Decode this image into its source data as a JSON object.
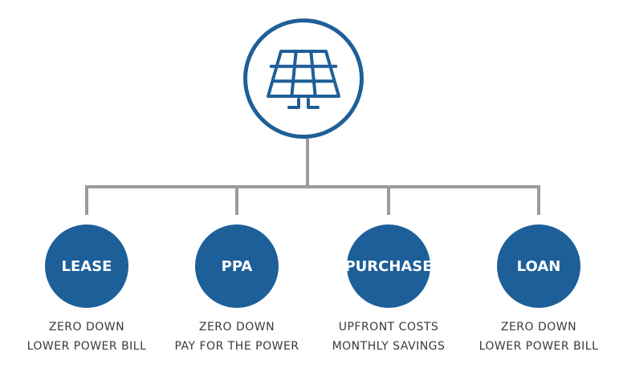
{
  "colors": {
    "primary": "#1d5f99",
    "connector": "#9b9b9b",
    "text": "#3a3a3a"
  },
  "root": {
    "icon": "solar-panel-icon"
  },
  "options": [
    {
      "label": "LEASE",
      "line1": "ZERO DOWN",
      "line2": "LOWER POWER BILL"
    },
    {
      "label": "PPA",
      "line1": "ZERO DOWN",
      "line2": "PAY FOR THE POWER"
    },
    {
      "label": "PURCHASE",
      "line1": "UPFRONT COSTS",
      "line2": "MONTHLY SAVINGS"
    },
    {
      "label": "LOAN",
      "line1": "ZERO DOWN",
      "line2": "LOWER POWER BILL"
    }
  ]
}
